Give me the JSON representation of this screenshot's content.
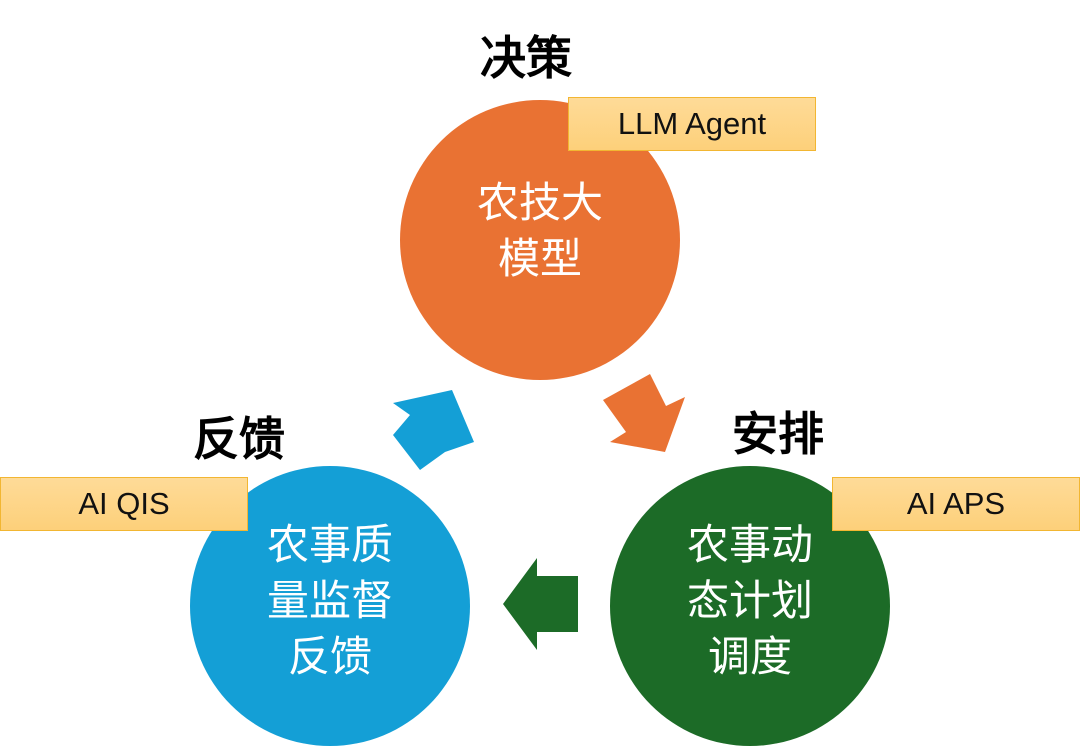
{
  "diagram": {
    "nodes": [
      {
        "id": "decision",
        "heading": "决策",
        "lines": [
          "农技大",
          "模型"
        ],
        "tag": "LLM Agent",
        "color": "#e97233"
      },
      {
        "id": "schedule",
        "heading": "安排",
        "lines": [
          "农事动",
          "态计划",
          "调度"
        ],
        "tag": "AI APS",
        "color": "#1c6b27"
      },
      {
        "id": "feedback",
        "heading": "反馈",
        "lines": [
          "农事质",
          "量监督",
          "反馈"
        ],
        "tag": "AI QIS",
        "color": "#149fd6"
      }
    ],
    "arrows": [
      {
        "from": "decision",
        "to": "schedule",
        "color": "#e97233"
      },
      {
        "from": "schedule",
        "to": "feedback",
        "color": "#1c6b27"
      },
      {
        "from": "feedback",
        "to": "decision",
        "color": "#149fd6"
      }
    ]
  }
}
